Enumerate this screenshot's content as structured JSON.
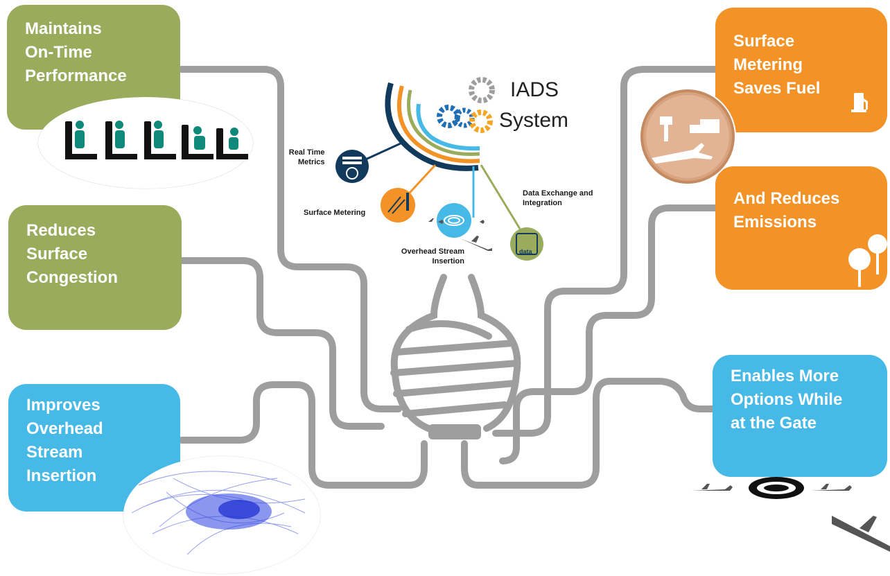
{
  "title": {
    "line1": "IADS",
    "line2": "System"
  },
  "left_boxes": {
    "ontime": [
      "Maintains",
      "On-Time",
      "Performance"
    ],
    "surface": [
      "Reduces",
      "Surface",
      "Congestion"
    ],
    "overhead": [
      "Improves",
      "Overhead",
      "Stream",
      "Insertion"
    ]
  },
  "right_boxes": {
    "fuel": [
      "Surface",
      "Metering",
      "Saves Fuel"
    ],
    "emissions": [
      "And Reduces",
      "Emissions"
    ],
    "gate": [
      "Enables More",
      "Options While",
      "at the Gate"
    ]
  },
  "components": {
    "realtime": [
      "Real Time",
      "Metrics"
    ],
    "surface_metering": "Surface Metering",
    "overhead": [
      "Overhead Stream",
      "Insertion"
    ],
    "data_exchange": [
      "Data Exchange and",
      "Integration"
    ],
    "data_icon_text": "data"
  },
  "colors": {
    "green": "#9bab5c",
    "orange": "#f39227",
    "blue": "#47b9e6",
    "navy": "#123a5c",
    "pipe": "#9e9e9e"
  }
}
